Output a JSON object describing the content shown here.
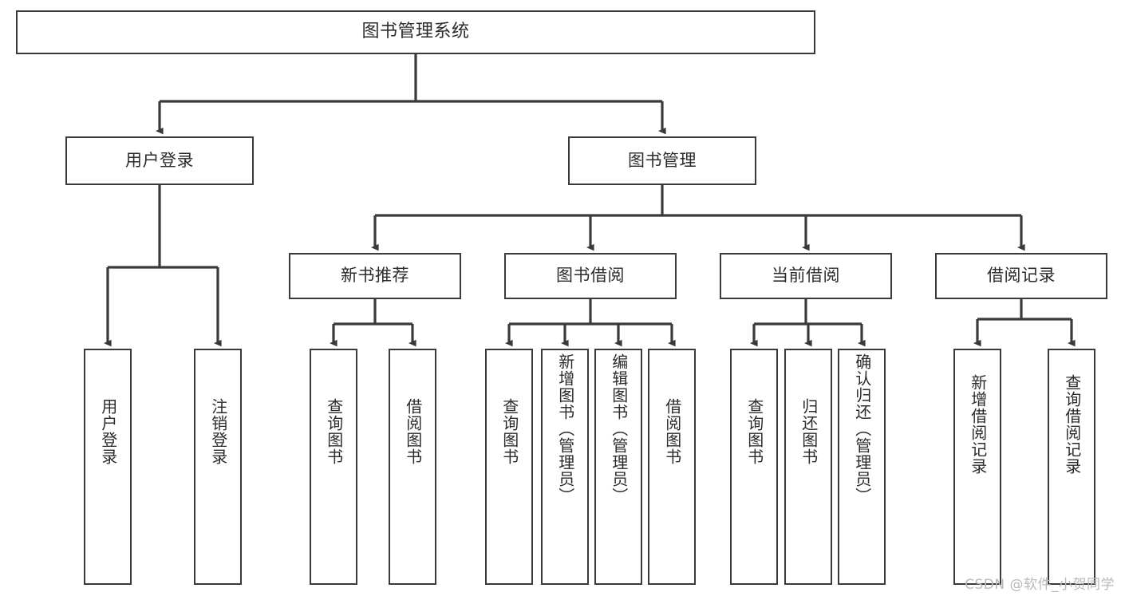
{
  "diagram": {
    "type": "hierarchy-tree",
    "title": "图书管理系统",
    "watermark": "CSDN @软件_小贺同学",
    "colors": {
      "box_border": "#3a3a3a",
      "box_fill": "#ffffff",
      "text": "#2b2b2b",
      "connector": "#3a3a3a",
      "background": "#ffffff",
      "watermark": "#b9b9b9"
    },
    "nodes": {
      "root": "图书管理系统",
      "level2": {
        "user_login": "用户登录",
        "book_manage": "图书管理"
      },
      "level3": {
        "new_book_rec": "新书推荐",
        "book_borrow": "图书借阅",
        "current_borrow": "当前借阅",
        "borrow_record": "借阅记录"
      },
      "leaves": {
        "user_login_1": "用户登录",
        "user_login_2": "注销登录",
        "new_book_rec_1": "查询图书",
        "new_book_rec_2": "借阅图书",
        "book_borrow_1": "查询图书",
        "book_borrow_2": "新增图书（管理员）",
        "book_borrow_3": "编辑图书（管理员）",
        "book_borrow_4": "借阅图书",
        "current_borrow_1": "查询图书",
        "current_borrow_2": "归还图书",
        "current_borrow_3": "确认归还（管理员）",
        "borrow_record_1": "新增借阅记录",
        "borrow_record_2": "查询借阅记录"
      }
    },
    "edges": [
      {
        "from": "root",
        "to": "user_login"
      },
      {
        "from": "root",
        "to": "book_manage"
      },
      {
        "from": "user_login",
        "to": "user_login_1"
      },
      {
        "from": "user_login",
        "to": "user_login_2"
      },
      {
        "from": "book_manage",
        "to": "new_book_rec"
      },
      {
        "from": "book_manage",
        "to": "book_borrow"
      },
      {
        "from": "book_manage",
        "to": "current_borrow"
      },
      {
        "from": "book_manage",
        "to": "borrow_record"
      },
      {
        "from": "new_book_rec",
        "to": "new_book_rec_1"
      },
      {
        "from": "new_book_rec",
        "to": "new_book_rec_2"
      },
      {
        "from": "book_borrow",
        "to": "book_borrow_1"
      },
      {
        "from": "book_borrow",
        "to": "book_borrow_2"
      },
      {
        "from": "book_borrow",
        "to": "book_borrow_3"
      },
      {
        "from": "book_borrow",
        "to": "book_borrow_4"
      },
      {
        "from": "current_borrow",
        "to": "current_borrow_1"
      },
      {
        "from": "current_borrow",
        "to": "current_borrow_2"
      },
      {
        "from": "current_borrow",
        "to": "current_borrow_3"
      },
      {
        "from": "borrow_record",
        "to": "borrow_record_1"
      },
      {
        "from": "borrow_record",
        "to": "borrow_record_2"
      }
    ]
  }
}
